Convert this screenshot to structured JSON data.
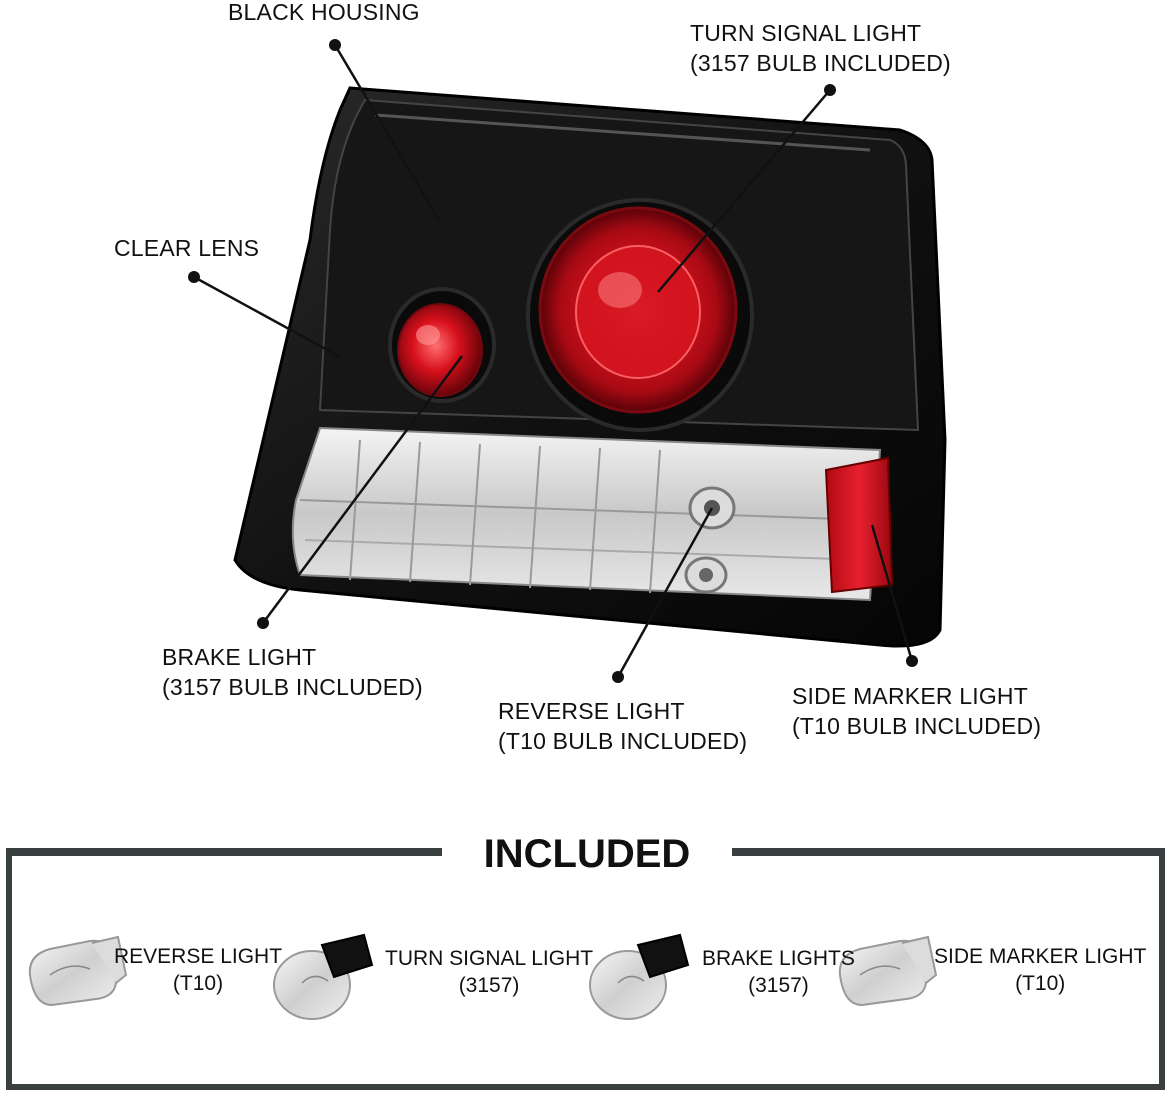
{
  "callouts": {
    "black_housing": "BLACK HOUSING",
    "turn_signal_line1": "TURN SIGNAL LIGHT",
    "turn_signal_line2": "(3157 BULB INCLUDED)",
    "clear_lens": "CLEAR LENS",
    "brake_line1": "BRAKE LIGHT",
    "brake_line2": "(3157 BULB INCLUDED)",
    "reverse_line1": "REVERSE LIGHT",
    "reverse_line2": "(T10 BULB INCLUDED)",
    "side_marker_line1": "SIDE MARKER LIGHT",
    "side_marker_line2": "(T10 BULB INCLUDED)"
  },
  "included": {
    "title": "INCLUDED",
    "items": [
      {
        "name": "REVERSE LIGHT",
        "bulb": "(T10)"
      },
      {
        "name": "TURN SIGNAL LIGHT",
        "bulb": "(3157)"
      },
      {
        "name": "BRAKE LIGHTS",
        "bulb": "(3157)"
      },
      {
        "name": "SIDE MARKER LIGHT",
        "bulb": "(T10)"
      }
    ]
  },
  "colors": {
    "housing": "#0d0d0d",
    "lens_red": "#c8101c",
    "frame": "#3a3f3f"
  }
}
